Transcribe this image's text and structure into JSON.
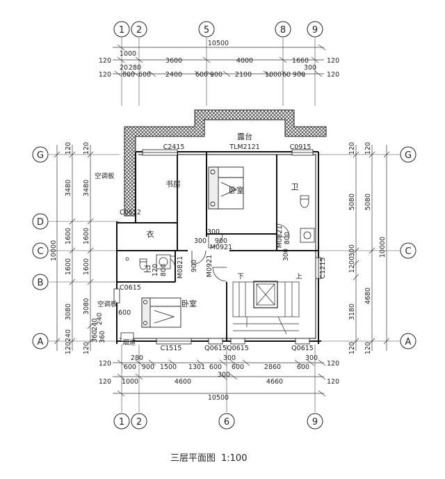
{
  "title": "三层平面图",
  "scale": "1:100",
  "axes_top": [
    "1",
    "2",
    "5",
    "8",
    "9"
  ],
  "axes_bottom": [
    "1",
    "2",
    "6",
    "9"
  ],
  "axes_left": [
    "G",
    "D",
    "C",
    "B",
    "A"
  ],
  "axes_right": [
    "G",
    "C",
    "A"
  ],
  "dims_top": {
    "overall": "10500",
    "row1": [
      "1000",
      "3600",
      "4000",
      "1660"
    ],
    "row1_side": [
      "120",
      "120"
    ],
    "row2": [
      "280",
      "600",
      "2400",
      "600",
      "900",
      "2100",
      "1000",
      "60",
      "900"
    ],
    "row2_side": [
      "120",
      "120",
      "20",
      "300"
    ]
  },
  "dims_bottom": {
    "overall": "10500",
    "row1": [
      "120",
      "280",
      "600",
      "900",
      "1500",
      "1301",
      "600",
      "300",
      "600",
      "2860",
      "600",
      "300",
      "120"
    ],
    "row2": [
      "120",
      "1000",
      "4600",
      "300",
      "4660",
      "120"
    ]
  },
  "dims_left": {
    "overall": "10000",
    "outer": [
      "120",
      "3480",
      "1600",
      "1600",
      "3080",
      "240",
      "120"
    ],
    "inner": [
      "120",
      "3480",
      "1600",
      "1600",
      "3080",
      "240",
      "360",
      "120"
    ]
  },
  "dims_right": {
    "overall": "10000",
    "outer": [
      "120",
      "5080",
      "4680",
      "120"
    ],
    "inner": [
      "120",
      "5080",
      "1200",
      "300",
      "3180",
      "120"
    ]
  },
  "rooms": {
    "terrace": "露台",
    "study": "书房",
    "bedroom_main": "卧室",
    "bath_east": "卫",
    "closet": "衣",
    "bath_mid": "卫",
    "bedroom_south": "卧室",
    "stair_down": "下",
    "stair_up": "上"
  },
  "labels": {
    "c2415": "C2415",
    "tlm2121": "TLM2121",
    "c0915": "C0915",
    "c0612": "C0612",
    "m0821_a": "M0821",
    "m0821_b": "M0821",
    "m0921_a": "M0921",
    "m0921_b": "M0921",
    "c1215": "C1215",
    "c0615_left": "C0615",
    "c1515": "C1515",
    "q0615_a": "Q0615",
    "q0615_b": "Q0615",
    "q0615_c": "Q0615",
    "ac_top": "空调板",
    "ac_bottom": "空调板",
    "flue": "烟道",
    "d300a": "300",
    "d900a": "900",
    "d300b": "300",
    "d120a": "120",
    "d800a": "800",
    "d900b": "900",
    "d800b": "800",
    "d300c": "300",
    "d600": "600",
    "d240": "240",
    "d360": "360"
  }
}
